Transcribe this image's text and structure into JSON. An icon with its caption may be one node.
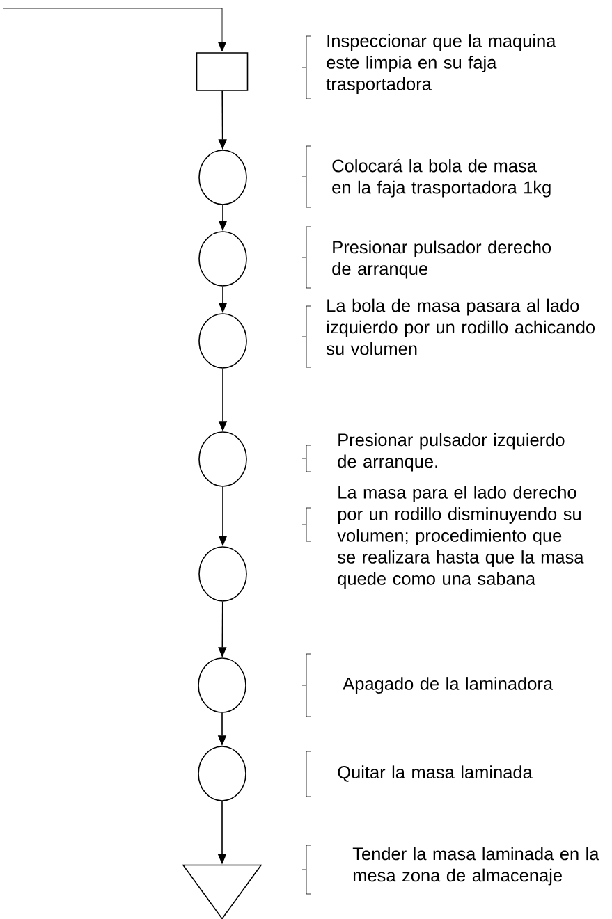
{
  "diagram": {
    "nodes": [
      {
        "text": [],
        "shape": "box"
      },
      {
        "text": [],
        "shape": "circle"
      },
      {
        "text": [],
        "shape": "circle"
      },
      {
        "text": [],
        "shape": "circle"
      },
      {
        "text": [],
        "shape": "circle"
      },
      {
        "text": [],
        "shape": "circle"
      },
      {
        "text": [],
        "shape": "circle"
      },
      {
        "text": [],
        "shape": "circle"
      },
      {
        "text": [],
        "shape": "triangle"
      }
    ],
    "edges": [
      {
        "from": null,
        "to": 0,
        "arrow": "to"
      },
      {
        "from": 0,
        "to": 1,
        "arrow": "to"
      },
      {
        "from": 1,
        "to": 2,
        "arrow": "to"
      },
      {
        "from": 2,
        "to": 3,
        "arrow": "to"
      },
      {
        "from": 3,
        "to": 4,
        "arrow": "to"
      },
      {
        "from": 4,
        "to": 5,
        "arrow": "to"
      },
      {
        "from": 5,
        "to": 6,
        "arrow": "to"
      },
      {
        "from": 6,
        "to": 7,
        "arrow": "to"
      },
      {
        "from": 7,
        "to": 8,
        "arrow": "to"
      }
    ],
    "labels": [
      "Inspeccionar que la maquina este limpia en su faja trasportadora",
      "Colocará la bola de masa en la faja trasportadora 1kg",
      "Presionar pulsador derecho de arranque",
      "La bola de masa pasara al lado izquierdo por un rodillo achicando su volumen",
      "Presionar pulsador izquierdo de arranque.",
      "La masa para el lado derecho por un rodillo disminuyendo su volumen; procedimiento que se realizara hasta que la masa quede como una sabana",
      "Apagado de la laminadora",
      "Quitar la masa laminada",
      "Tender la masa laminada en la mesa zona de almacenaje"
    ]
  }
}
